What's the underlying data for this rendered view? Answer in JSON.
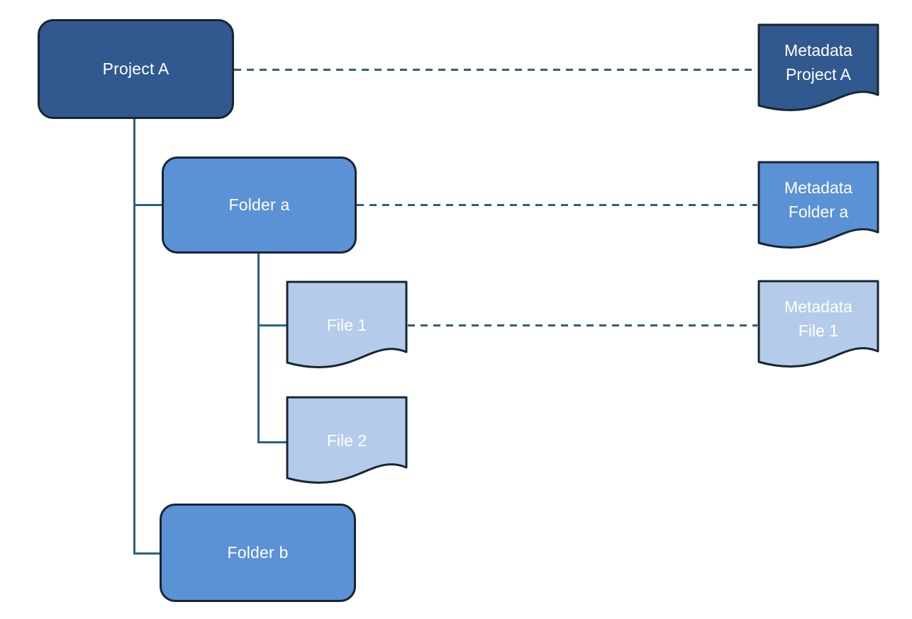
{
  "colors": {
    "dark_blue": "#31598F",
    "medium_blue": "#5B91D5",
    "light_blue": "#B4CCE9",
    "outline": "#172633",
    "connector": "#30607F",
    "label_text": "#FFFFFF"
  },
  "nodes": {
    "project_a": {
      "label": "Project A"
    },
    "folder_a": {
      "label": "Folder a"
    },
    "folder_b": {
      "label": "Folder b"
    },
    "file_1": {
      "label": "File 1"
    },
    "file_2": {
      "label": "File 2"
    },
    "meta_project_a": {
      "line1": "Metadata",
      "line2": "Project A"
    },
    "meta_folder_a": {
      "line1": "Metadata",
      "line2": "Folder a"
    },
    "meta_file_1": {
      "line1": "Metadata",
      "line2": "File 1"
    }
  }
}
